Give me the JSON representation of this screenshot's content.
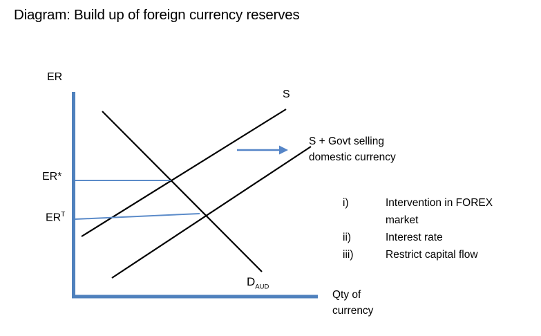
{
  "title": "Diagram: Build up of foreign currency reserves",
  "axes": {
    "y_label": "ER",
    "x_label_line1": "Qty of",
    "x_label_line2": "currency"
  },
  "labels": {
    "er_star": "ER*",
    "er_t_base": "ER",
    "er_t_sup": "T",
    "supply": "S",
    "supply_shifted_line1": "S + Govt selling",
    "supply_shifted_line2": "domestic currency",
    "demand_base": "D",
    "demand_sub": "AUD"
  },
  "notes": {
    "items": [
      {
        "num": "i)",
        "text": "Intervention in FOREX market"
      },
      {
        "num": "ii)",
        "text": "Interest rate"
      },
      {
        "num": "iii)",
        "text": "Restrict capital flow"
      }
    ]
  },
  "colors": {
    "axis": "#4f81bd",
    "guide_line": "#5b8bc9",
    "arrow": "#5585c7",
    "curve": "#000000"
  }
}
